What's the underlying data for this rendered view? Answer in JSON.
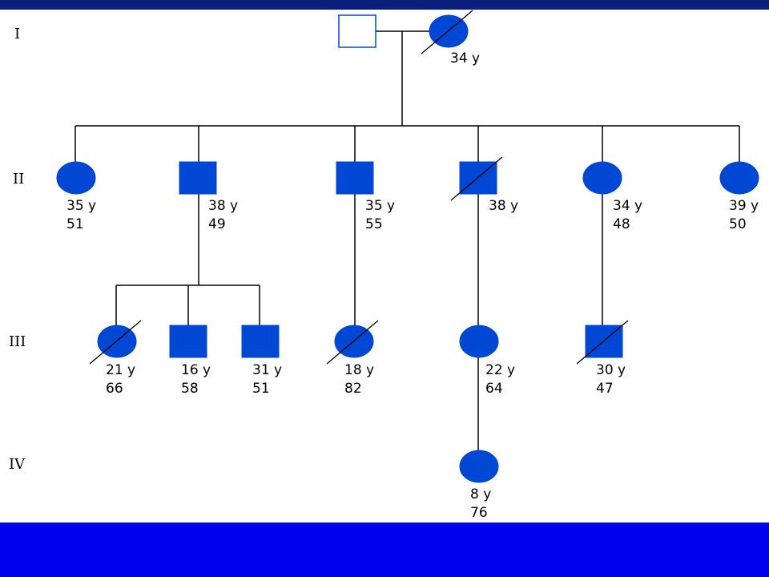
{
  "colors": {
    "top_bar": "#0a1f7a",
    "bottom_band": "#0000ee",
    "affected_fill": "#0047d4",
    "line": "#000000"
  },
  "generations": [
    "I",
    "II",
    "III",
    "IV"
  ],
  "individuals": [
    {
      "id": "I-1",
      "sex": "male",
      "affected": false,
      "deceased": false,
      "age": "",
      "score": ""
    },
    {
      "id": "I-2",
      "sex": "female",
      "affected": true,
      "deceased": true,
      "age": "34 y",
      "score": ""
    },
    {
      "id": "II-1",
      "sex": "female",
      "affected": true,
      "deceased": false,
      "age": "35 y",
      "score": "51"
    },
    {
      "id": "II-2",
      "sex": "male",
      "affected": true,
      "deceased": false,
      "age": "38 y",
      "score": "49"
    },
    {
      "id": "II-3",
      "sex": "male",
      "affected": true,
      "deceased": false,
      "age": "35 y",
      "score": "55"
    },
    {
      "id": "II-4",
      "sex": "male",
      "affected": true,
      "deceased": true,
      "age": "38 y",
      "score": ""
    },
    {
      "id": "II-5",
      "sex": "female",
      "affected": true,
      "deceased": false,
      "age": "34 y",
      "score": "48"
    },
    {
      "id": "II-6",
      "sex": "female",
      "affected": true,
      "deceased": false,
      "age": "39 y",
      "score": "50"
    },
    {
      "id": "III-1",
      "sex": "female",
      "affected": true,
      "deceased": true,
      "age": "21 y",
      "score": "66"
    },
    {
      "id": "III-2",
      "sex": "male",
      "affected": true,
      "deceased": false,
      "age": "16 y",
      "score": "58"
    },
    {
      "id": "III-3",
      "sex": "male",
      "affected": true,
      "deceased": false,
      "age": "31 y",
      "score": "51"
    },
    {
      "id": "III-4",
      "sex": "female",
      "affected": true,
      "deceased": true,
      "age": "18 y",
      "score": "82"
    },
    {
      "id": "III-5",
      "sex": "female",
      "affected": true,
      "deceased": false,
      "age": "22 y",
      "score": "64"
    },
    {
      "id": "III-6",
      "sex": "male",
      "affected": true,
      "deceased": true,
      "age": "30 y",
      "score": "47"
    },
    {
      "id": "IV-1",
      "sex": "female",
      "affected": true,
      "deceased": false,
      "age": "8 y",
      "score": "76"
    }
  ]
}
